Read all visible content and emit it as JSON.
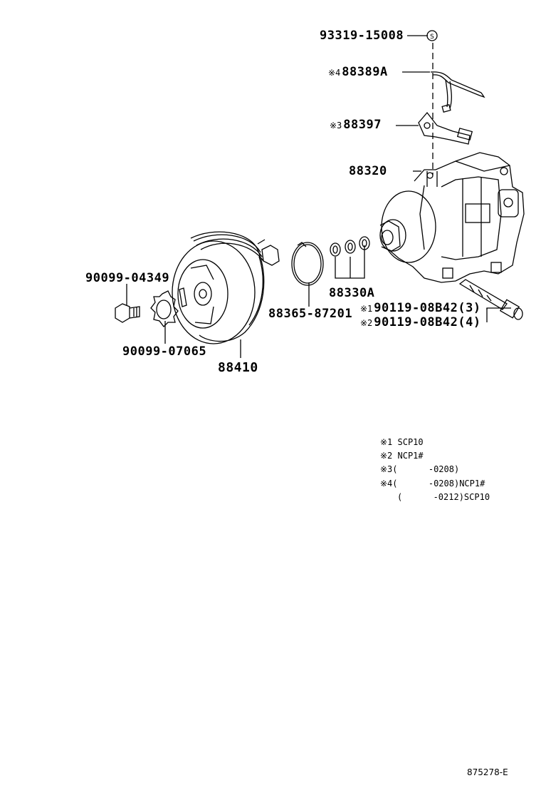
{
  "parts": {
    "p93319": "93319-15008",
    "p93319_symbol": "S",
    "p88389": {
      "mark": "※4",
      "num": "88389A"
    },
    "p88397": {
      "mark": "※3",
      "num": "88397"
    },
    "p88320": "88320",
    "p88330": "88330A",
    "p90119_1": {
      "mark": "※1",
      "num": "90119-08B42(3)"
    },
    "p90119_2": {
      "mark": "※2",
      "num": "90119-08B42(4)"
    },
    "p88365": "88365-87201",
    "p90099_04349": "90099-04349",
    "p90099_07065": "90099-07065",
    "p88410": "88410"
  },
  "notes": [
    {
      "mark": "※1",
      "text": " SCP10"
    },
    {
      "mark": "※2",
      "text": " NCP1#"
    },
    {
      "mark": "※3",
      "text": "(      -0208)"
    },
    {
      "mark": "※4",
      "text": "(      -0208)NCP1#"
    },
    {
      "mark": "",
      "text": "(      -0212)SCP10"
    }
  ],
  "diagram_code": "875278-E"
}
